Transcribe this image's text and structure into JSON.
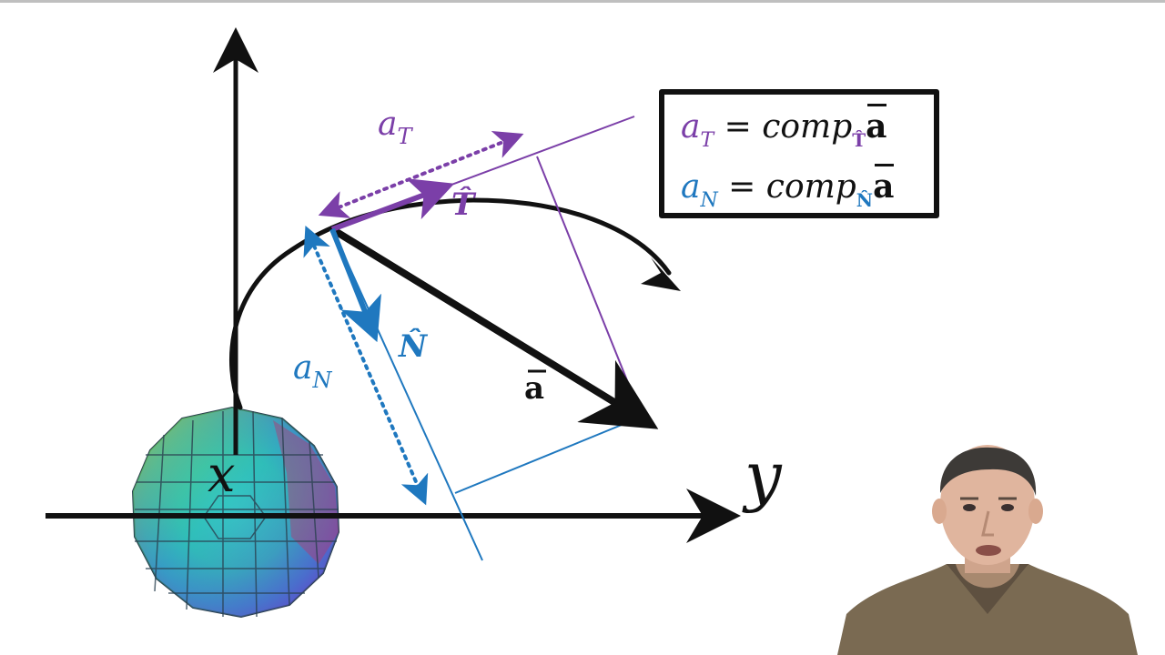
{
  "diagram": {
    "axis_x_label": "x",
    "axis_y_label": "y",
    "label_aT": "a",
    "label_aT_sub": "T",
    "label_aN": "a",
    "label_aN_sub": "N",
    "label_T_hat": "T̂",
    "label_N_hat": "N̂",
    "label_a_vec": "a"
  },
  "formula_box": {
    "line1": {
      "lhs": "a",
      "lhs_sub": "T",
      "eq": "= comp",
      "dir": "T̂",
      "vec": "a"
    },
    "line2": {
      "lhs": "a",
      "lhs_sub": "N",
      "eq": "= comp",
      "dir": "N̂",
      "vec": "a"
    }
  },
  "colors": {
    "tangential": "#7b3fa8",
    "normal": "#1f78bf",
    "axis": "#111111"
  },
  "webcam": {
    "present": true
  }
}
